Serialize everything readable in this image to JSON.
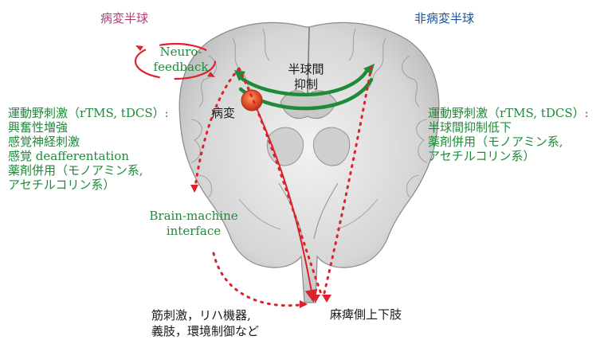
{
  "header": {
    "affected": "病変半球",
    "unaffected": "非病変半球"
  },
  "center": {
    "neurofeedback": [
      "Neuro-",
      "feedback"
    ],
    "interhemispheric": [
      "半球間",
      "抑制"
    ],
    "lesion": "病変",
    "bmi": [
      "Brain-machine",
      "interface"
    ]
  },
  "left_list": [
    "運動野刺激（rTMS, tDCS）:",
    "興奮性増強",
    "感覚神経刺激",
    "感覚 deafferentation",
    "薬剤併用（モノアミン系,",
    "アセチルコリン系）"
  ],
  "right_list": [
    "運動野刺激（rTMS, tDCS）:",
    "半球間抑制低下",
    "薬剤併用（モノアミン系,",
    "アセチルコリン系）"
  ],
  "bottom": {
    "peripheral": [
      "筋刺激，リハ機器,",
      "義肢，環境制御など"
    ],
    "target": "麻痺側上下肢"
  },
  "colors": {
    "green": "#1f8a3a",
    "red": "#d9232d",
    "magenta": "#b23a7d",
    "blue": "#1e4f8f",
    "lesion": "#e2502a"
  }
}
